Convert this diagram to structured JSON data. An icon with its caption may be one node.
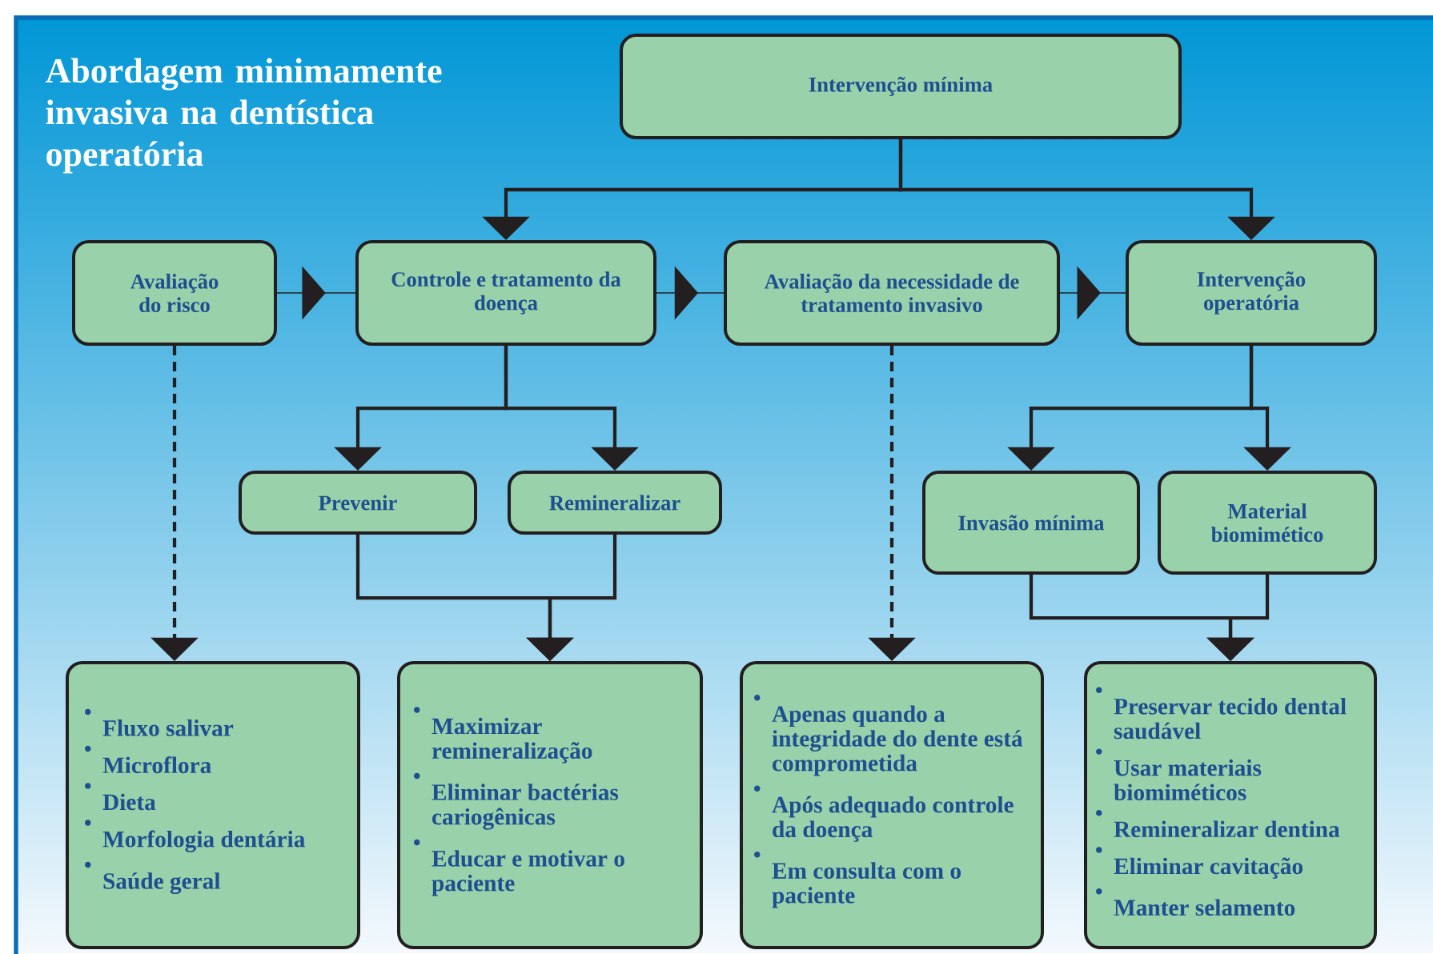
{
  "diagram": {
    "title": "Abordagem minimamente invasiva na dentística operatória",
    "nodes": [
      {
        "text": [
          "Intervenção mínima"
        ]
      },
      {
        "text": [
          "Avaliação do risco"
        ]
      },
      {
        "text": [
          "Controle e tratamento da doença"
        ]
      },
      {
        "text": [
          "Avaliação da necessidade de tratamento invasivo"
        ]
      },
      {
        "text": [
          "Intervenção operatória"
        ]
      },
      {
        "text": [
          "Prevenir"
        ]
      },
      {
        "text": [
          "Remineralizar"
        ]
      },
      {
        "text": [
          "Invasão mínima"
        ]
      },
      {
        "text": [
          "Material biomimético"
        ]
      },
      {
        "text": [
          "Fluxo salivar",
          "Microflora",
          "Dieta",
          "Morfologia dentária",
          "Saúde geral"
        ]
      },
      {
        "text": [
          "Maximizar remineralização",
          "Eliminar bactérias cariogênicas",
          "Educar e motivar o paciente"
        ]
      },
      {
        "text": [
          "Apenas quando a integridade do dente está comprometida",
          "Após adequado controle da doença",
          "Em consulta com o paciente"
        ]
      },
      {
        "text": [
          "Preservar tecido dental saudável",
          "Usar materiais biomiméticos",
          "Remineralizar dentina",
          "Eliminar cavitação",
          "Manter selamento"
        ]
      }
    ],
    "edges": [
      {
        "from": 0,
        "to": 2,
        "arrow": "to"
      },
      {
        "from": 0,
        "to": 4,
        "arrow": "to"
      },
      {
        "from": 1,
        "to": 2,
        "arrow": "to"
      },
      {
        "from": 2,
        "to": 3,
        "arrow": "to"
      },
      {
        "from": 3,
        "to": 4,
        "arrow": "to"
      },
      {
        "from": 2,
        "to": 5,
        "arrow": "to"
      },
      {
        "from": 2,
        "to": 6,
        "arrow": "to"
      },
      {
        "from": 4,
        "to": 7,
        "arrow": "to"
      },
      {
        "from": 4,
        "to": 8,
        "arrow": "to"
      },
      {
        "from": 1,
        "to": 9,
        "arrow": "to",
        "style": "dashed"
      },
      {
        "from": 5,
        "to": 10,
        "arrow": "to"
      },
      {
        "from": 6,
        "to": 10,
        "arrow": "to"
      },
      {
        "from": 3,
        "to": 11,
        "arrow": "to",
        "style": "dashed"
      },
      {
        "from": 7,
        "to": 12,
        "arrow": "to"
      },
      {
        "from": 8,
        "to": 12,
        "arrow": "to"
      }
    ]
  }
}
